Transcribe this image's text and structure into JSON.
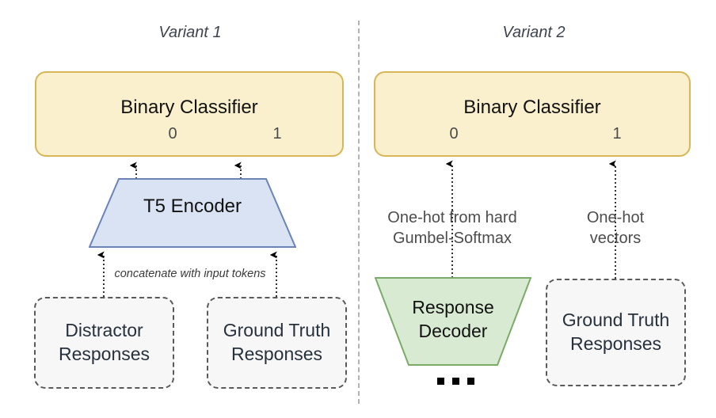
{
  "figure": {
    "divider": {
      "color": "#b3b3b3",
      "style": "dashed"
    }
  },
  "palette": {
    "classifier_fill": "#fbf0cd",
    "classifier_stroke": "#d6b656",
    "encoder_fill": "#dae3f3",
    "encoder_stroke": "#6b84b8",
    "decoder_fill": "#d9ead3",
    "decoder_stroke": "#7aab69",
    "dashed_fill": "#f7f7f7",
    "dashed_stroke": "#5a5a5a",
    "arrow_color": "#000000",
    "caption_color": "#4c4c4c"
  },
  "variant1": {
    "title": "Variant 1",
    "classifier": {
      "label": "Binary Classifier",
      "outputs": [
        "0",
        "1"
      ]
    },
    "encoder": {
      "label": "T5 Encoder"
    },
    "edge_caption": "concatenate with input tokens",
    "inputs": [
      {
        "label": "Distractor\nResponses"
      },
      {
        "label": "Ground Truth\nResponses"
      }
    ]
  },
  "variant2": {
    "title": "Variant 2",
    "classifier": {
      "label": "Binary Classifier",
      "outputs": [
        "0",
        "1"
      ]
    },
    "decoder": {
      "label": "Response\nDecoder",
      "ellipsis": "..."
    },
    "edge_captions": [
      "One-hot from hard\nGumbel-Softmax",
      "One-hot\nvectors"
    ],
    "inputs": [
      {
        "label": "Ground Truth\nResponses"
      }
    ]
  }
}
